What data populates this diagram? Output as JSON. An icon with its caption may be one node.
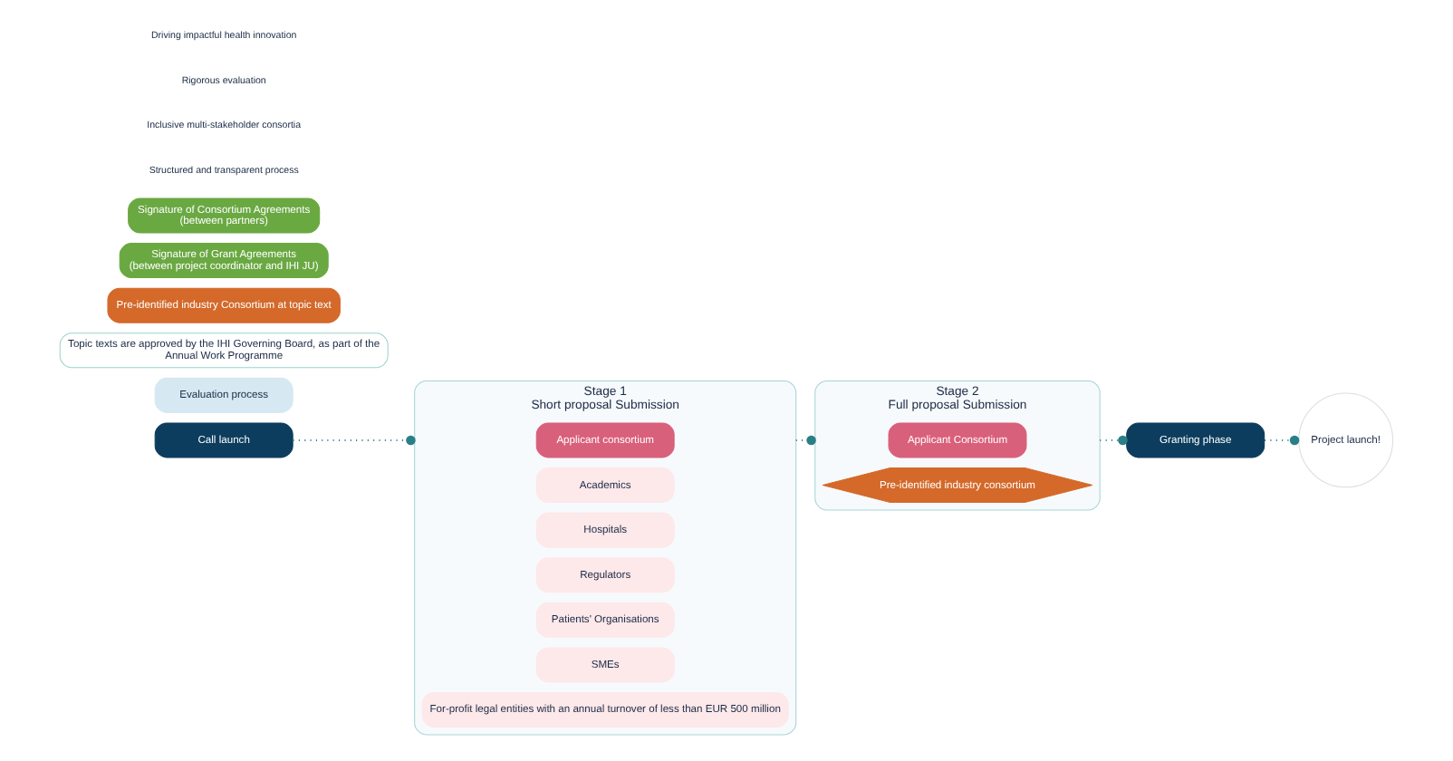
{
  "diagram": {
    "nodes": [
      {
        "text": [
          "Call launch"
        ]
      },
      {
        "text": [
          "Stage 1",
          "Short proposal Submission"
        ]
      },
      {
        "text": [
          "Stage 2",
          "Full proposal Submission"
        ]
      },
      {
        "text": [
          "Evaluation process"
        ]
      },
      {
        "text": [
          "Applicant consortium"
        ],
        "in": 1
      },
      {
        "text": [
          "Academics"
        ],
        "in": 1
      },
      {
        "text": [
          "Hospitals"
        ],
        "in": 1
      },
      {
        "text": [
          "Regulators"
        ],
        "in": 1
      },
      {
        "text": [
          "Patients' Organisations"
        ],
        "in": 1
      },
      {
        "text": [
          "SMEs"
        ],
        "in": 1
      },
      {
        "text": [
          "For-profit legal entities with an annual turnover of less than EUR 500 million"
        ],
        "in": 1
      },
      {
        "text": [
          "Applicant Consortium"
        ],
        "in": 2
      },
      {
        "text": [
          "Pre-identified industry consortium"
        ],
        "in": 2
      },
      {
        "text": [
          "Granting phase"
        ]
      },
      {
        "text": [
          "Project launch!"
        ]
      },
      {
        "text": [
          "Topic texts are approved by the IHI Governing Board, as part of the",
          "Annual Work Programme"
        ]
      },
      {
        "text": [
          "Pre-identified industry Consortium at topic text"
        ]
      },
      {
        "text": [
          "Signature of Grant Agreements",
          "(between project coordinator and IHI JU)"
        ]
      },
      {
        "text": [
          "Signature of Consortium Agreements",
          "(between partners)"
        ]
      }
    ],
    "edges": [
      {
        "from": 0,
        "to": 1,
        "arrow": "other",
        "style": "dashed"
      },
      {
        "from": 1,
        "to": 2,
        "arrow": "other",
        "style": "dashed"
      },
      {
        "from": 2,
        "to": 13,
        "arrow": "other",
        "style": "dashed"
      },
      {
        "from": 13,
        "to": 14,
        "arrow": "other",
        "style": "dashed"
      }
    ],
    "labels": [
      "Structured and transparent process",
      "Inclusive multi-stakeholder consortia",
      "Rigorous evaluation",
      "Driving impactful health innovation"
    ]
  }
}
